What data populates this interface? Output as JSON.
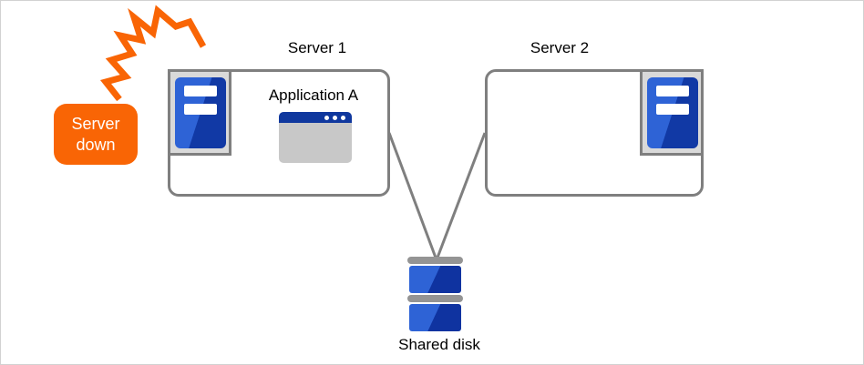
{
  "diagram": {
    "server1": {
      "label": "Server 1",
      "app_label": "Application A"
    },
    "server2": {
      "label": "Server 2"
    },
    "shared_disk": {
      "label": "Shared disk"
    },
    "alert": {
      "line1": "Server",
      "line2": "down"
    }
  },
  "icons": {
    "crash": "crash-bolt-icon",
    "server": "server-tower-icon",
    "app_window": "app-window-icon",
    "disk": "shared-disk-icon"
  },
  "colors": {
    "alert_orange": "#f96505",
    "server_blue_light": "#2e63d6",
    "server_blue_dark": "#1139a5",
    "disk_blue_dark": "#0f33a0",
    "window_titlebar_blue": "#10389e",
    "window_body_gray": "#c8c8c8",
    "icon_bg_gray": "#d9d9d9",
    "line_gray": "#7f7f7f",
    "disk_bar_gray": "#949494",
    "canvas_border_gray": "#d2d2d2",
    "text_black": "#000000",
    "badge_text_white": "#ffffff"
  }
}
